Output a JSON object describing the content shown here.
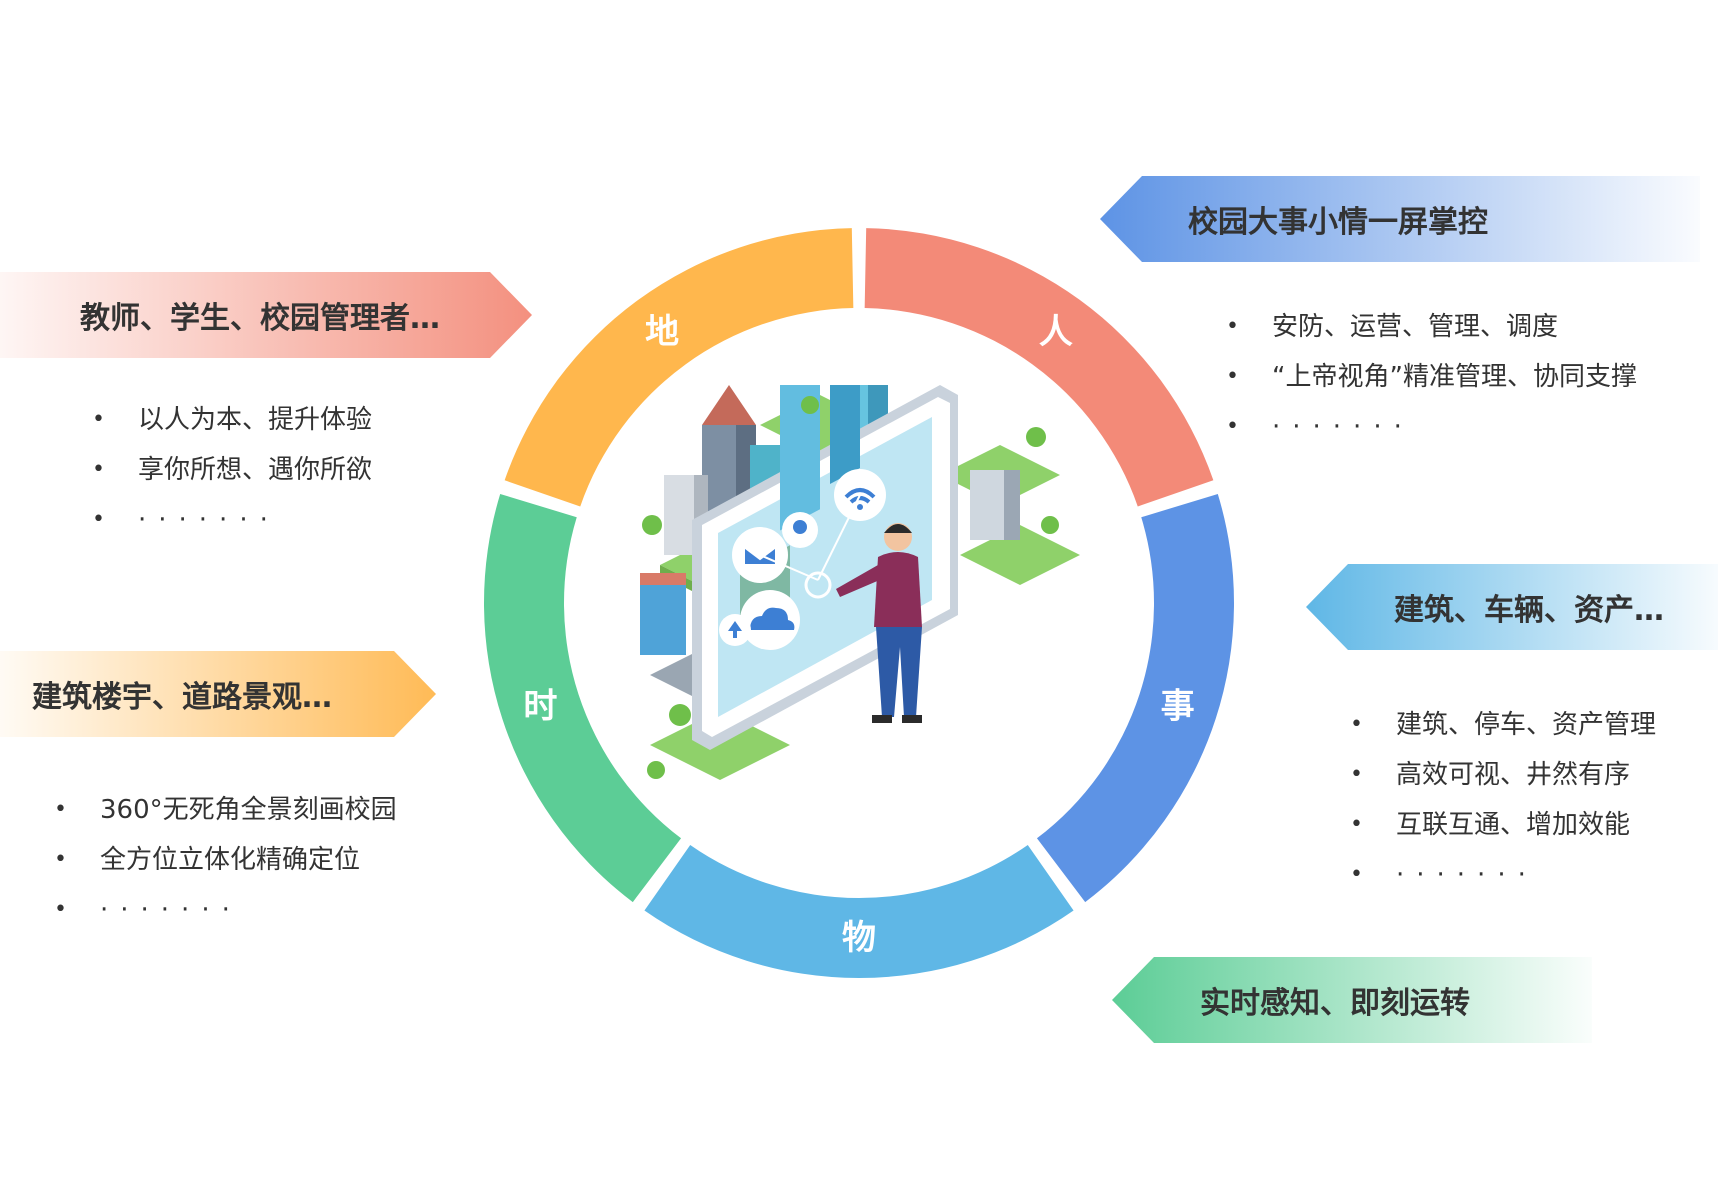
{
  "colors": {
    "ren": "#f38a78",
    "shi": "#5d93e5",
    "wu": "#5fb7e6",
    "shi_time": "#5ccd96",
    "di": "#ffb74d"
  },
  "ring": {
    "segments": [
      {
        "label": "人",
        "color": "#f38a78"
      },
      {
        "label": "事",
        "color": "#5d93e5"
      },
      {
        "label": "物",
        "color": "#5fb7e6"
      },
      {
        "label": "时",
        "color": "#5ccd96"
      },
      {
        "label": "地",
        "color": "#ffb74d"
      }
    ]
  },
  "ren": {
    "banner": "教师、学生、校园管理者…",
    "bullets": [
      "以人为本、提升体验",
      "享你所想、遇你所欲",
      "·······"
    ]
  },
  "di": {
    "banner": "建筑楼宇、道路景观…",
    "bullets": [
      "360°无死角全景刻画校园",
      "全方位立体化精确定位",
      "·······"
    ]
  },
  "shi": {
    "banner": "校园大事小情一屏掌控",
    "bullets": [
      "安防、运营、管理、调度",
      "“上帝视角”精准管理、协同支撑",
      "·······"
    ]
  },
  "wu": {
    "banner": "建筑、车辆、资产…",
    "bullets": [
      "建筑、停车、资产管理",
      "高效可视、井然有序",
      "互联互通、增加效能",
      "·······"
    ]
  },
  "shi_time": {
    "banner": "实时感知、即刻运转"
  },
  "bullet_symbol": "•"
}
